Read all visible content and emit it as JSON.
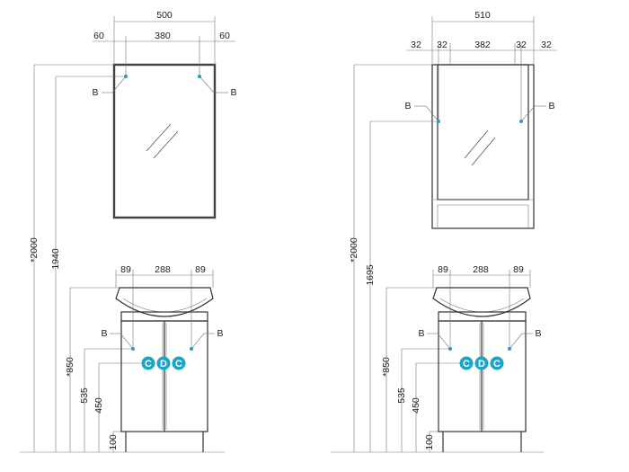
{
  "colors": {
    "line": "#555555",
    "outline": "#333333",
    "frame_dark": "#4a3f38",
    "connector": "#1aa5c7"
  },
  "left": {
    "mirror_dims": {
      "total": "500",
      "left": "60",
      "middle": "380",
      "right": "60"
    },
    "mirror_labels": [
      "B",
      "B"
    ],
    "heights": {
      "h2000": "*2000",
      "h1940": "1940",
      "h850": "*850",
      "h535": "535",
      "h450": "450",
      "h100": "100"
    },
    "cabinet_dims": {
      "left": "89",
      "middle": "288",
      "right": "89"
    },
    "cabinet_labels": [
      "B",
      "B"
    ],
    "connectors": [
      "C",
      "D",
      "C"
    ]
  },
  "right": {
    "mirror_dims": {
      "total": "510",
      "a": "32",
      "b": "32",
      "middle": "382",
      "c": "32",
      "d": "32"
    },
    "mirror_labels": [
      "B",
      "B"
    ],
    "heights": {
      "h2000": "*2000",
      "h1695": "1695",
      "h850": "*850",
      "h535": "535",
      "h450": "450",
      "h100": "100"
    },
    "cabinet_dims": {
      "left": "89",
      "middle": "288",
      "right": "89"
    },
    "cabinet_labels": [
      "B",
      "B"
    ],
    "connectors": [
      "C",
      "D",
      "C"
    ]
  }
}
